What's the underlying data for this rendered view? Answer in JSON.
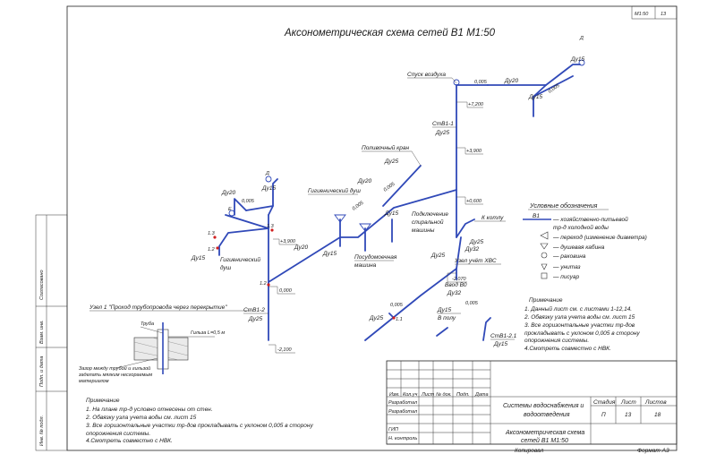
{
  "sheet": {
    "scale_label": "М1:50",
    "sheet_no": "13",
    "title": "Аксонометрическая схема сетей В1 М1:50"
  },
  "side_stamp": {
    "soglasovano": "Согласовано",
    "vzam_inv": "Взам. инв.",
    "podp_data": "Подп. и дата",
    "inv_podl": "Инв. № подл."
  },
  "risers": {
    "st1": "СтВ1-1",
    "st1_dn": "Ду25",
    "st2": "СтВ1-2",
    "st2_dn": "Ду25",
    "st21": "СтВ1-2.1",
    "st21_dn": "Ду15"
  },
  "labels": {
    "air_release": "Спуск воздуха",
    "watering_tap": "Поливочный кран",
    "hygienic_shower": "Гигиенический душ",
    "hygienic_shower_b1": "Гигиенический",
    "hygienic_shower_b2": "душ",
    "spiral_b1": "Подключение",
    "spiral_b2": "спиральной",
    "spiral_b3": "машины",
    "dishwasher_b1": "Посудомоечная",
    "dishwasher_b2": "машина",
    "meter_node": "Узел учёт ХВС",
    "to_boiler": "К котлу",
    "input_b0": "Ввод В0",
    "input_dn": "Ду32",
    "to_floor_dn": "Ду15",
    "to_floor": "В полу",
    "sub_a": "Б",
    "sub_b": "А",
    "sub_d": "Д",
    "sub_e": "Е"
  },
  "diameters": {
    "dn15_a": "Ду15",
    "dn15_b": "Ду15",
    "dn15_c": "Ду15",
    "dn15_d": "Ду15",
    "dn15_e": "Ду15",
    "dn20_a": "Ду20",
    "dn20_b": "Ду20",
    "dn20_c": "Ду20",
    "dn20_d": "Ду20",
    "dn25_a": "Ду25",
    "dn25_b": "Ду25",
    "dn25_c": "Ду25",
    "dn25_d": "Ду25",
    "dn32_a": "Ду32",
    "dn15_f": "Ду15"
  },
  "elevations": {
    "e7200": "+7,200",
    "e3900": "+3,900",
    "e0600": "+0,600",
    "e3900b": "+3,900",
    "e0000": "0,000",
    "e2100": "-2,100",
    "e2070": "-2,070"
  },
  "slopes": {
    "s1": "0,005",
    "s2": "0,005",
    "s3": "0,005",
    "s4": "0,005",
    "s5": "0,005",
    "s6": "0,005",
    "s7": "0,005"
  },
  "markers": {
    "m13a": "1.3",
    "m12a": "1.2",
    "m13b": "1.3",
    "m12b": "1.2",
    "m11": "1.1"
  },
  "legend": {
    "title": "Условные обозначения",
    "b1_code": "В1",
    "b1_text_1": "— хозяйственно-питьевой",
    "b1_text_2": "тр-д холодной воды",
    "transition": "— переход (изменение диаметра)",
    "shower": "— душевая кабина",
    "sink": "— раковина",
    "toilet": "— унитаз",
    "urinal": "— писуар"
  },
  "notes_right": {
    "title": "Примечание",
    "l1": "1. Данный лист см. с листами 1-12,14.",
    "l2": "2. Обвязку узла учета воды см. лист 15",
    "l3": "3. Все горизонтальные участки тр-дов",
    "l4": "прокладывать с уклоном 0,005 в сторону",
    "l5": "опорожнения системы.",
    "l6": "4.Смотреть совместно с НВК."
  },
  "node": {
    "title": "Узел 1 \"Проход трубопровода через перекрытие\"",
    "pipe": "Труба",
    "sleeve": "Гильза L=0,5 м",
    "gap_1": "Зазор между трубой и гильзой",
    "gap_2": "заделать мягким несгораемым",
    "gap_3": "материалом"
  },
  "notes_left": {
    "title": "Примечание",
    "l1": "1. На плане тр-д условно отнесены от стен.",
    "l2": "2. Обвязку узла учета воды см. лист 15",
    "l3": "3. Все горизонтальные участки тр-дов прокладывать с уклоном 0,005 в сторону",
    "l4": "опорожнения системы.",
    "l5": "4.Смотреть совместно с НВК."
  },
  "title_block": {
    "h_izm": "Изм.",
    "h_kol": "Кол.уч",
    "h_list": "Лист",
    "h_doc": "№ док.",
    "h_podp": "Подп.",
    "h_data": "Дата",
    "r_razrab1": "Разработал",
    "r_razrab2": "Разработал",
    "r_gip": "ГИП",
    "r_nkontr": "Н. контроль",
    "project_1": "Системы водоснабжения и",
    "project_2": "водоотведения",
    "sheet_title_1": "Аксонометрическая схема",
    "sheet_title_2": "сетей В1 М1:50",
    "stage_h": "Стадия",
    "list_h": "Лист",
    "lists_h": "Листов",
    "stage_v": "П",
    "list_v": "13",
    "lists_v": "18",
    "kopiroval": "Копировал",
    "format": "Формат А3"
  }
}
